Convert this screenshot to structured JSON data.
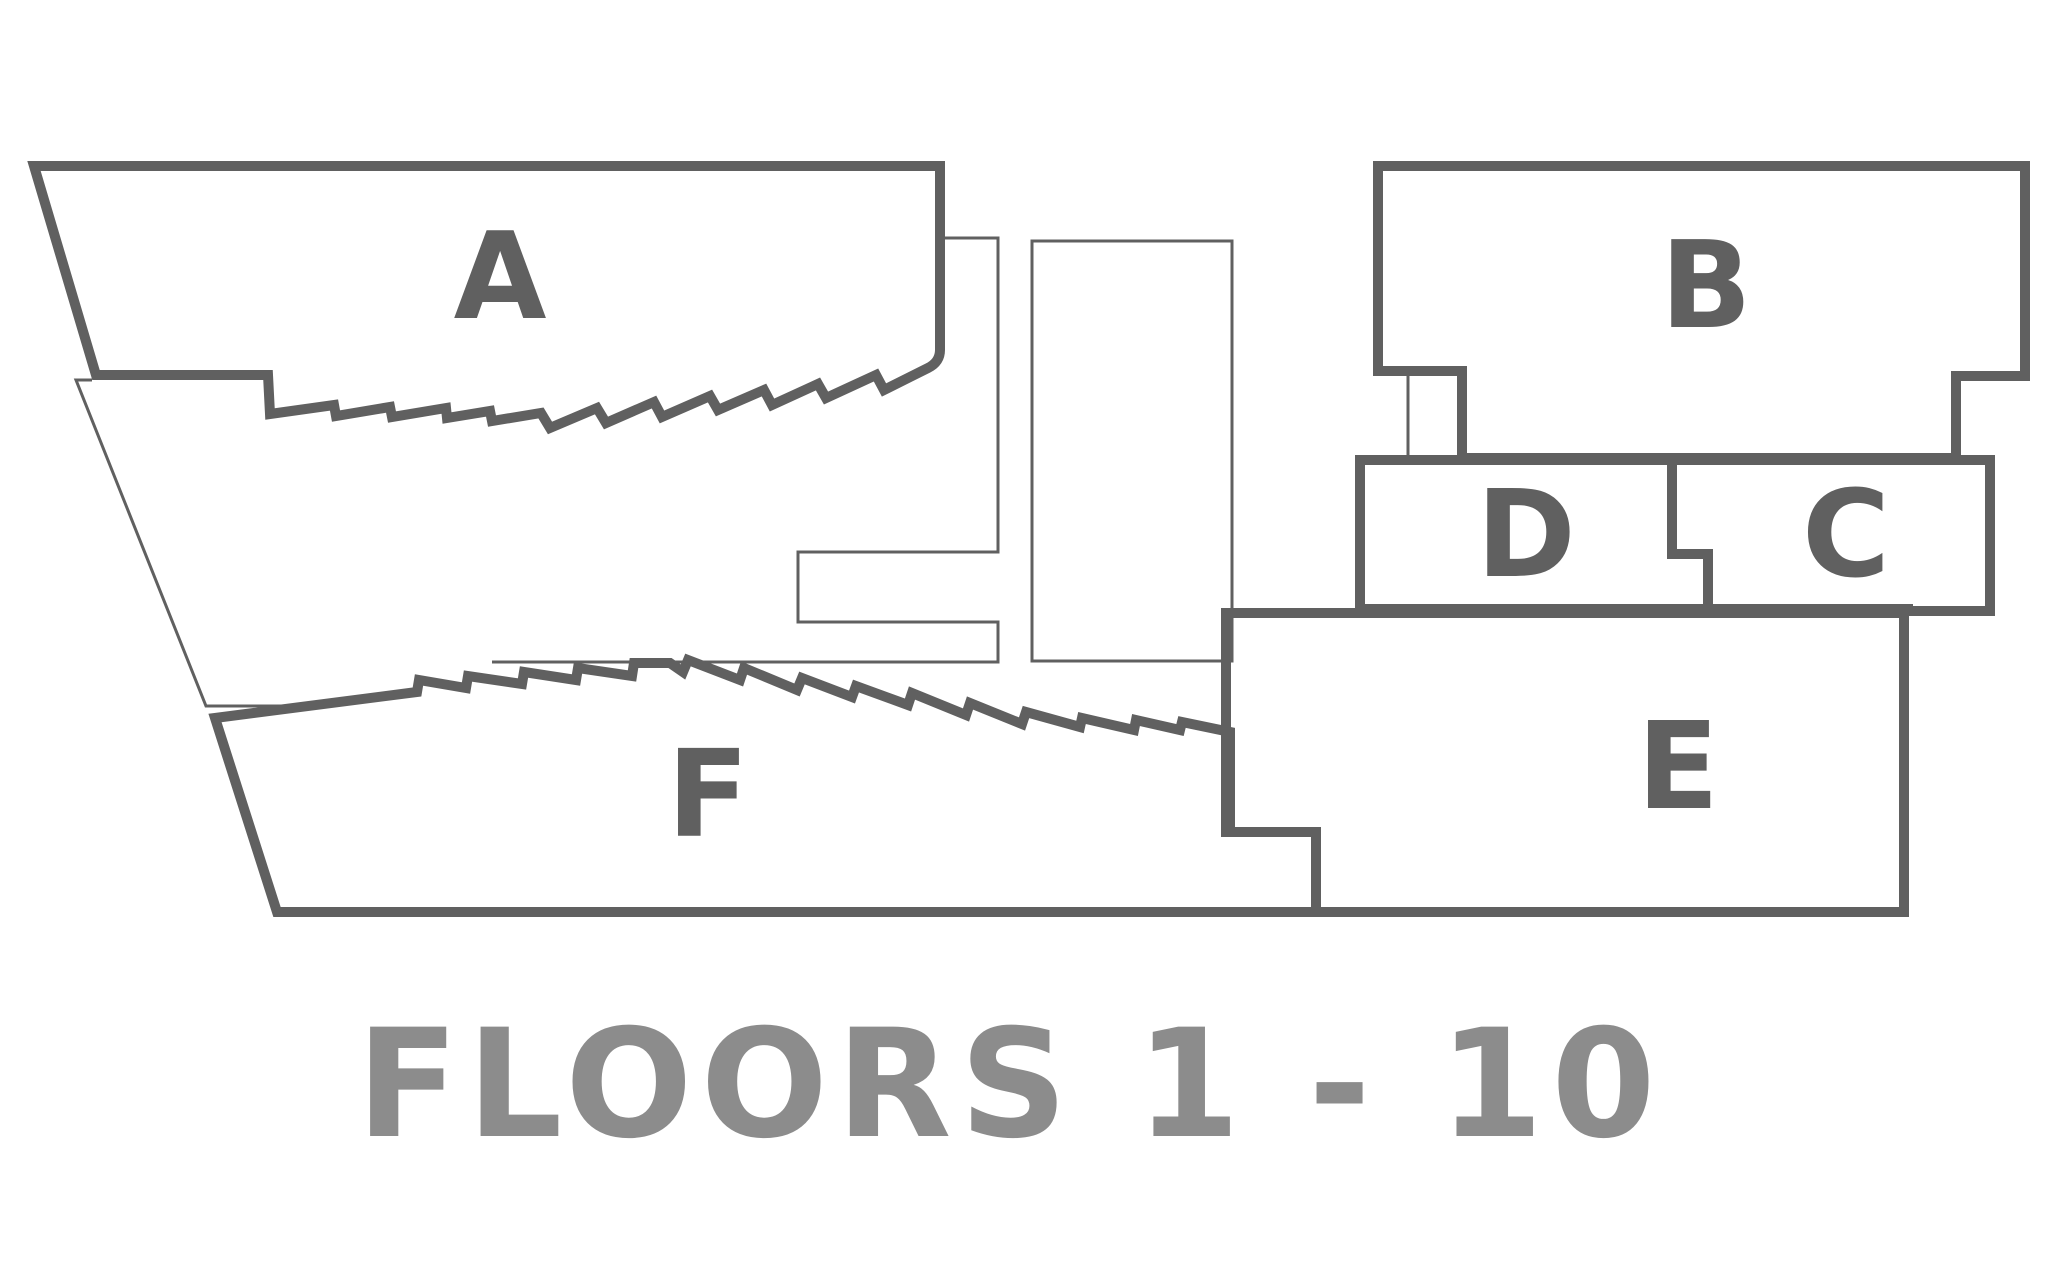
{
  "units": [
    {
      "id": "A",
      "label": "A"
    },
    {
      "id": "B",
      "label": "B"
    },
    {
      "id": "C",
      "label": "C"
    },
    {
      "id": "D",
      "label": "D"
    },
    {
      "id": "E",
      "label": "E"
    },
    {
      "id": "F",
      "label": "F"
    }
  ],
  "floors_label": "FLOORS 1 - 10"
}
